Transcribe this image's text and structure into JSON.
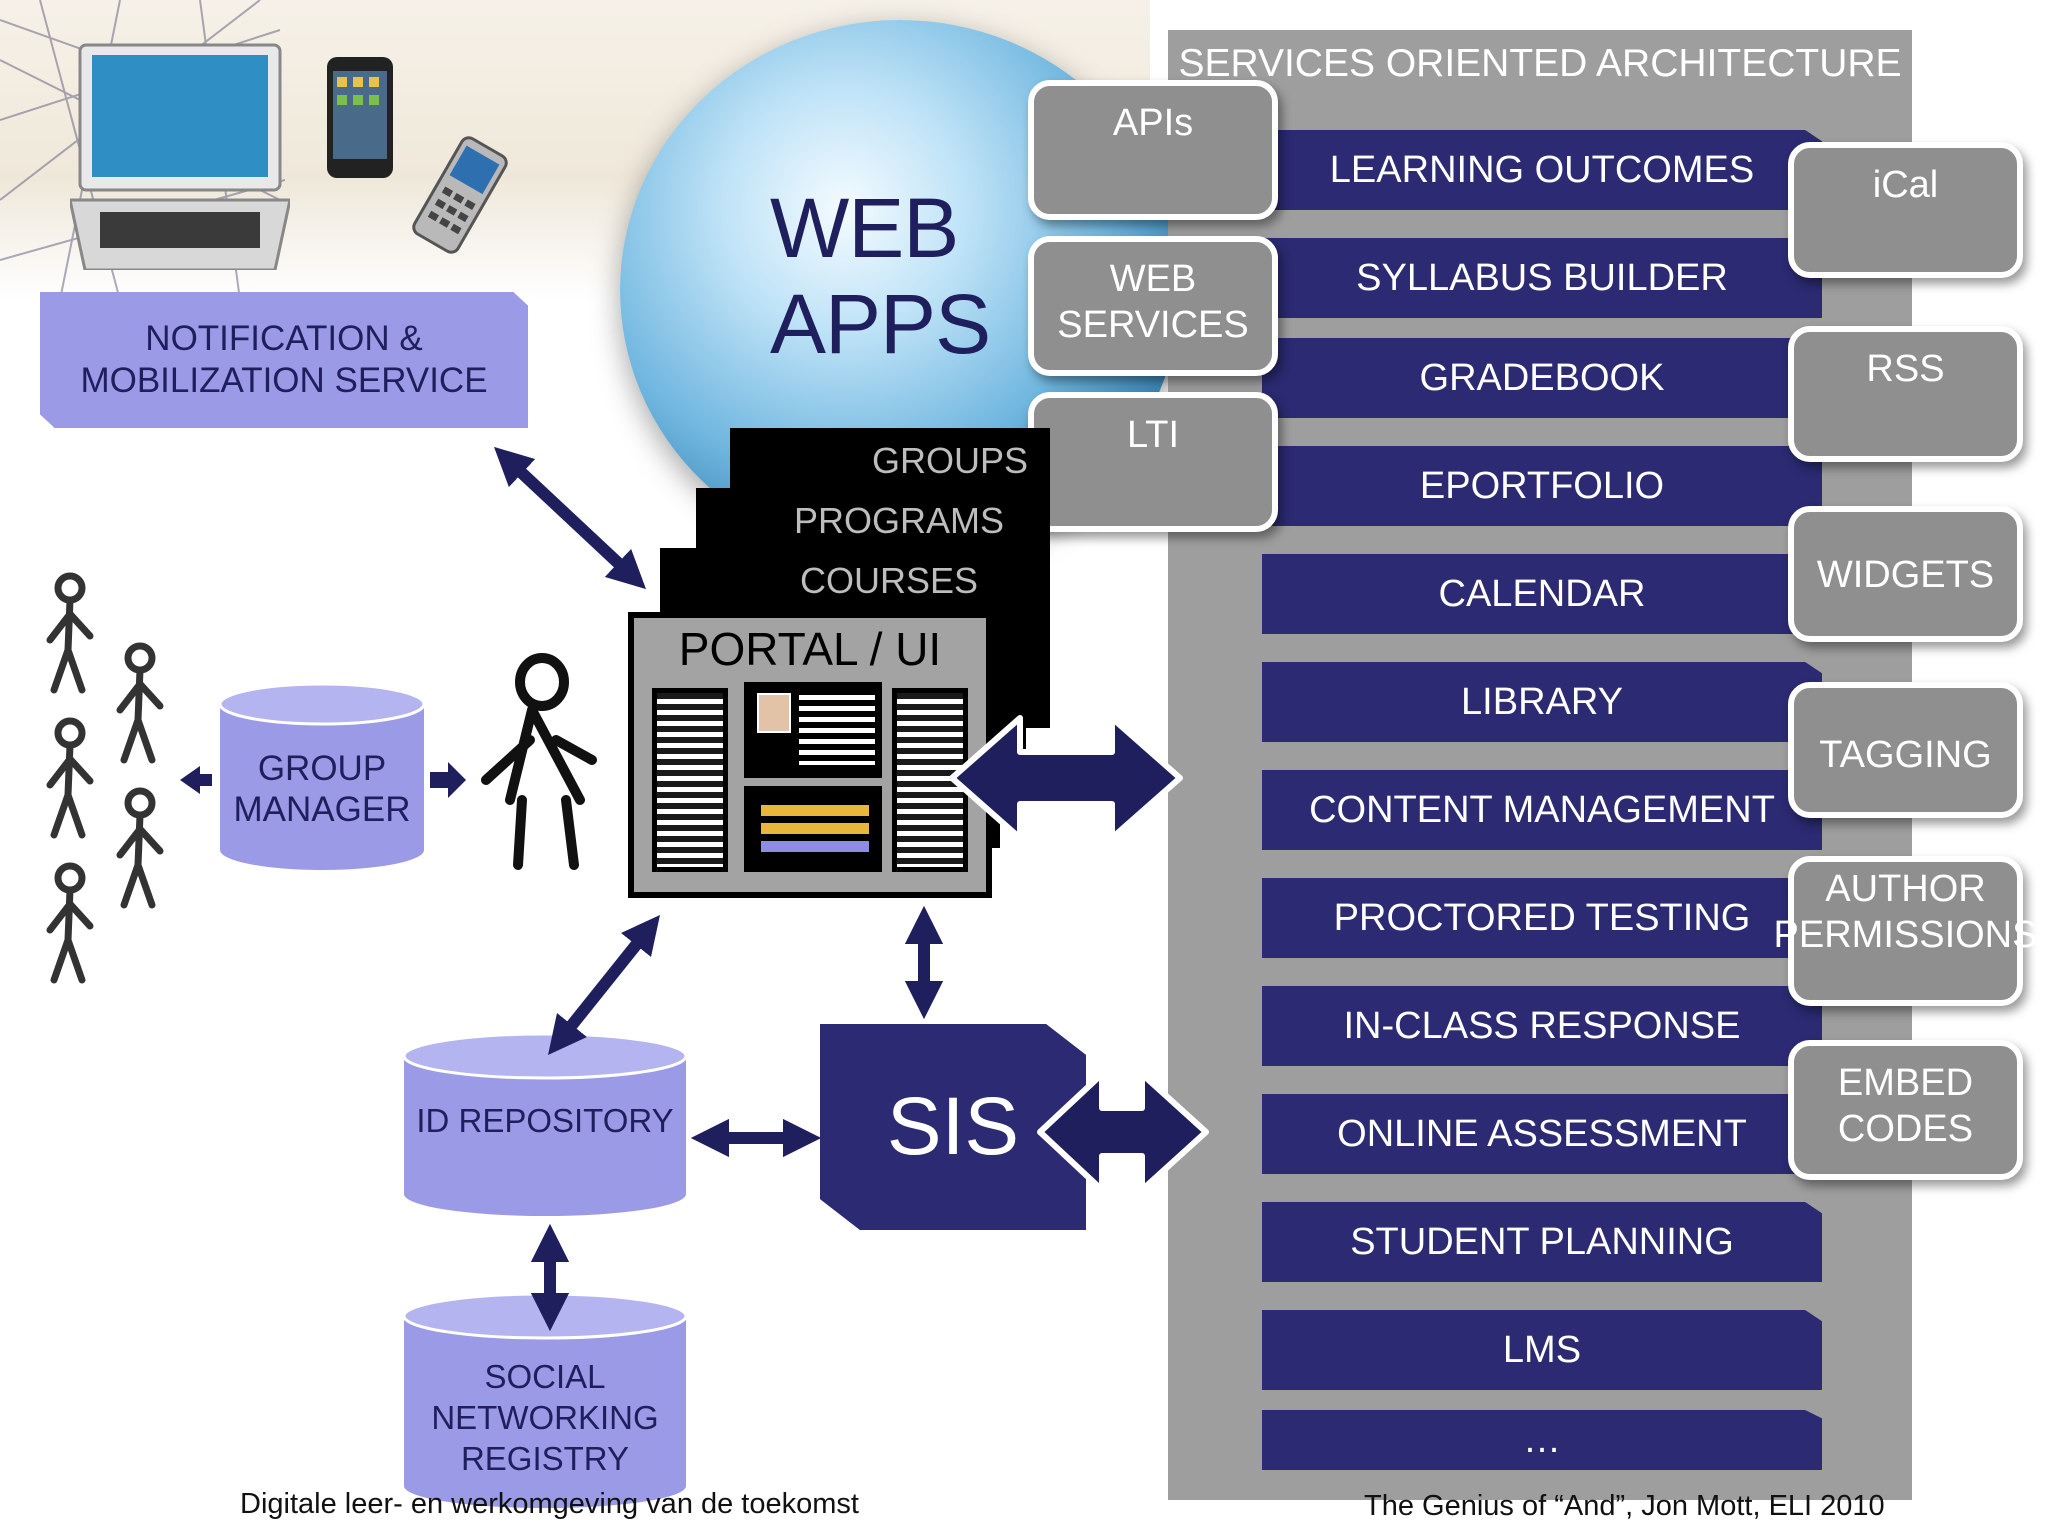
{
  "diagram": {
    "headline": [
      "WEB",
      "APPS"
    ],
    "soa": {
      "title": "SERVICES ORIENTED ARCHITECTURE",
      "services": [
        "LEARNING OUTCOMES",
        "SYLLABUS BUILDER",
        "GRADEBOOK",
        "EPORTFOLIO",
        "CALENDAR",
        "LIBRARY",
        "CONTENT MANAGEMENT",
        "PROCTORED TESTING",
        "IN-CLASS RESPONSE",
        "ONLINE ASSESSMENT",
        "STUDENT PLANNING",
        "LMS",
        "…"
      ]
    },
    "connectors_left": [
      "APIs",
      "WEB SERVICES",
      "LTI"
    ],
    "connectors_right": [
      "iCal",
      "RSS",
      "WIDGETS",
      "TAGGING",
      "AUTHOR PERMISSIONS",
      "EMBED CODES"
    ],
    "notification_service": "NOTIFICATION & MOBILIZATION SERVICE",
    "layers": [
      "GROUPS",
      "PROGRAMS",
      "COURSES"
    ],
    "portal": "PORTAL / UI",
    "group_manager": "GROUP MANAGER",
    "id_repository": "ID REPOSITORY",
    "social_registry": "SOCIAL NETWORKING REGISTRY",
    "sis": "SIS"
  },
  "footer": {
    "left": "Digitale leer- en werkomgeving van de toekomst",
    "right": "The Genius of “And”, Jon Mott, ELI 2010"
  },
  "colors": {
    "navy": "#2b2a72",
    "lavender": "#9a9ae6",
    "gray": "#9e9e9e"
  }
}
